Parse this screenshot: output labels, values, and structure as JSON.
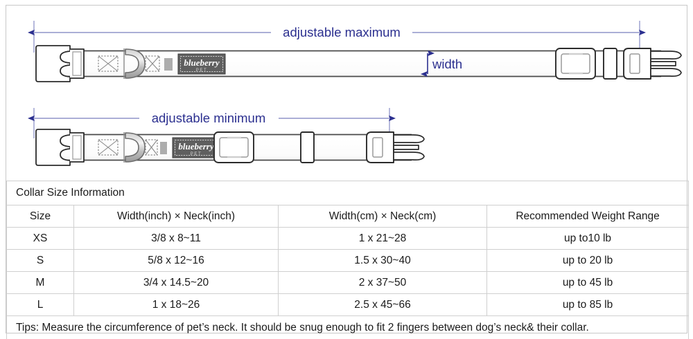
{
  "diagram": {
    "max_label": "adjustable maximum",
    "min_label": "adjustable minimum",
    "width_label": "width",
    "brand": {
      "name": "blueberry",
      "sub": "PET"
    },
    "colors": {
      "arrow": "#2b2f8f",
      "arrow_line": "#8f93c8",
      "strap_outline": "#4a4a4a",
      "hardware_outline": "#2b2b2b",
      "tag_fill": "#5f5f5f",
      "frame_border": "#c8c8c8"
    },
    "parts": [
      "buckle-female-end",
      "box-stitch-left",
      "d-ring",
      "box-stitch-right",
      "coil-spring",
      "brand-tag",
      "slider-adjuster",
      "keeper-loop",
      "buckle-male-end"
    ]
  },
  "table": {
    "title": "Collar Size Information",
    "headers": [
      "Size",
      "Width(inch)  ×  Neck(inch)",
      "Width(cm)  ×  Neck(cm)",
      "Recommended Weight Range"
    ],
    "rows": [
      {
        "size": "XS",
        "inch": "3/8 x 8~11",
        "cm": "1 x 21~28",
        "weight": "up to10 lb"
      },
      {
        "size": "S",
        "inch": "5/8 x 12~16",
        "cm": "1.5 x 30~40",
        "weight": "up to 20 lb"
      },
      {
        "size": "M",
        "inch": "3/4 x 14.5~20",
        "cm": "2 x 37~50",
        "weight": "up to 45 lb"
      },
      {
        "size": "L",
        "inch": "1 x 18~26",
        "cm": "2.5 x 45~66",
        "weight": "up to 85 lb"
      }
    ],
    "tips": "Tips: Measure the circumference of pet’s neck. It should be snug enough to fit 2 fingers between dog’s neck& their collar."
  }
}
